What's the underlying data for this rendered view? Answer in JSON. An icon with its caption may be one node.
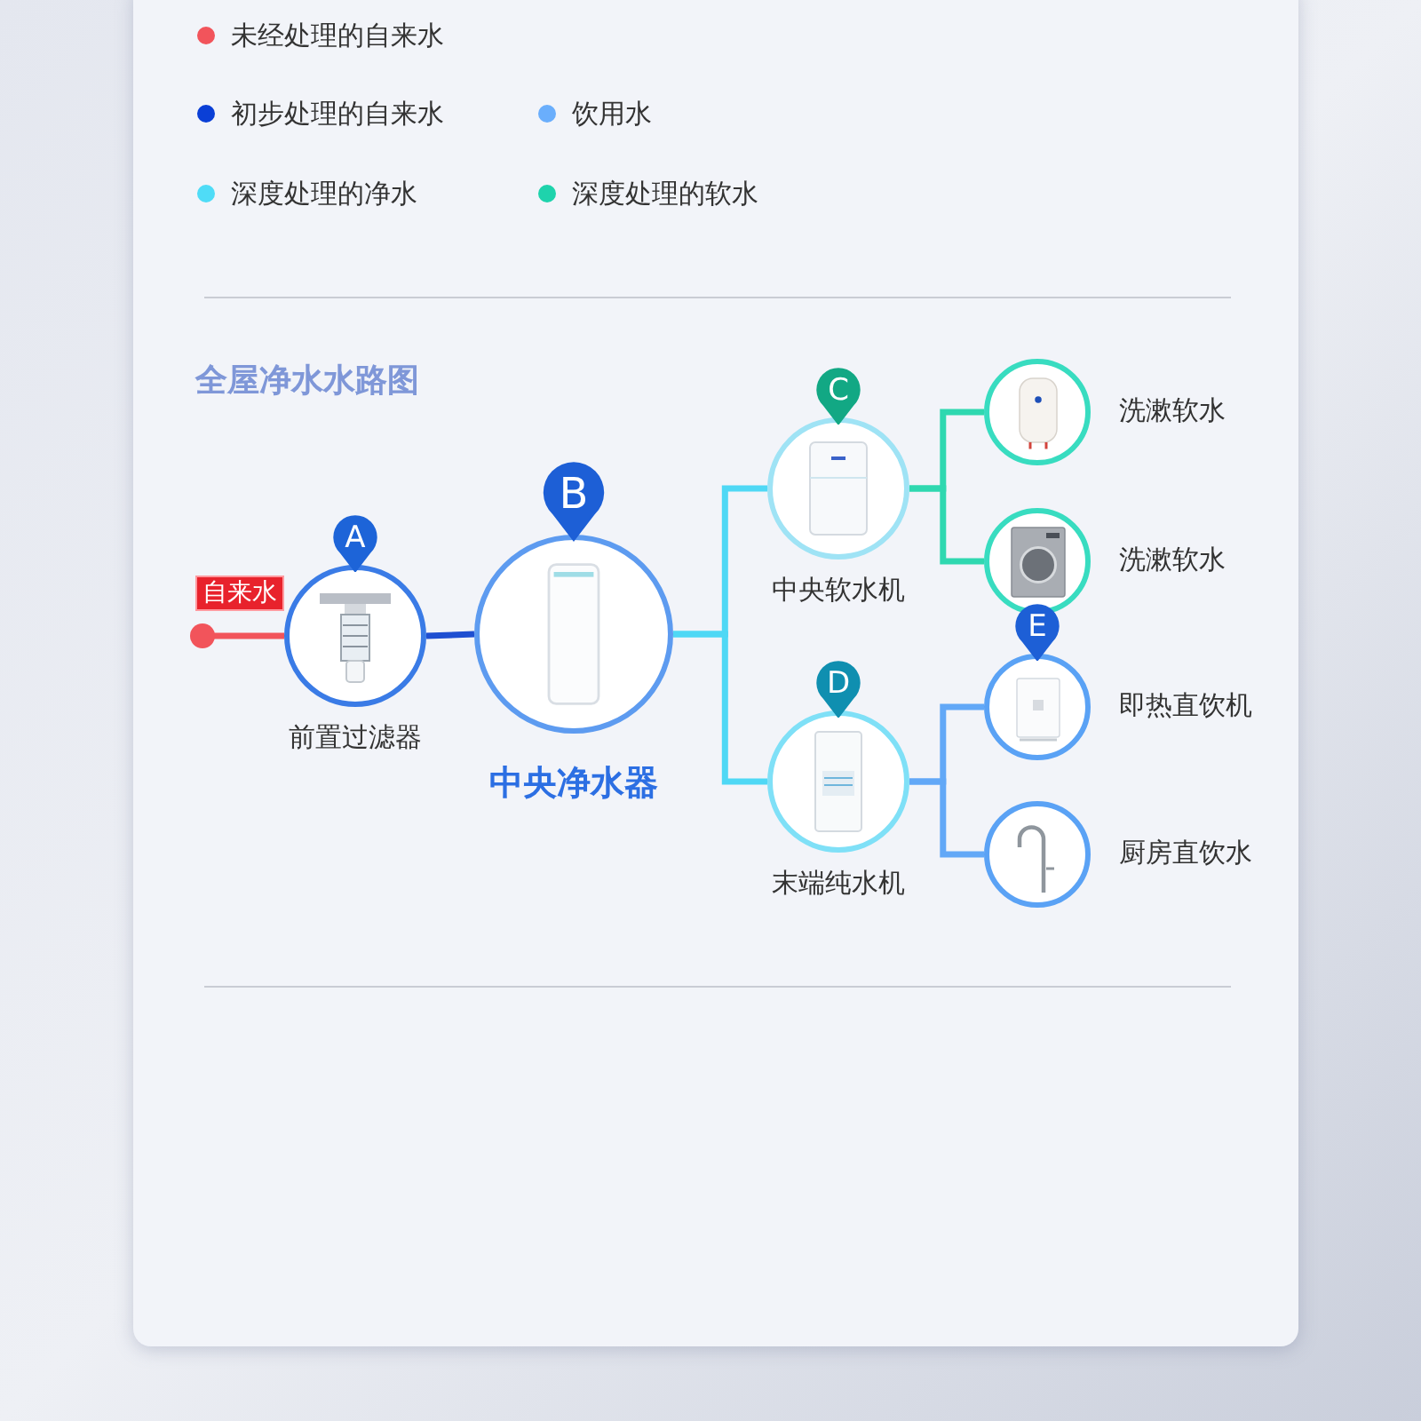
{
  "diagram": {
    "title": "全屋净水水路图",
    "nodes": [
      {
        "text": [
          "前置过滤器"
        ],
        "beside": [
          "A"
        ]
      },
      {
        "text": [
          "中央净水器"
        ],
        "beside": [
          "B"
        ]
      },
      {
        "text": [
          "中央软水机"
        ],
        "beside": [
          "C"
        ]
      },
      {
        "text": [
          "末端纯水机"
        ],
        "beside": [
          "D"
        ]
      },
      {
        "text": [
          "洗漱软水"
        ]
      },
      {
        "text": [
          "洗漱软水"
        ]
      },
      {
        "text": [
          "即热直饮机"
        ],
        "beside": [
          "E"
        ]
      },
      {
        "text": [
          "厨房直饮水"
        ]
      }
    ],
    "edges": [
      {
        "from": null,
        "to": 0,
        "arrow": "other",
        "label": "自来水",
        "color": "#f2545b"
      },
      {
        "from": 0,
        "to": 1,
        "arrow": "none",
        "color": "#1f4fd1"
      },
      {
        "from": 1,
        "to": 2,
        "arrow": "none",
        "color": "#4fd8f5"
      },
      {
        "from": 1,
        "to": 3,
        "arrow": "none",
        "color": "#4fd8f5"
      },
      {
        "from": 2,
        "to": 4,
        "arrow": "none",
        "color": "#2fd8b0"
      },
      {
        "from": 2,
        "to": 5,
        "arrow": "none",
        "color": "#2fd8b0"
      },
      {
        "from": 3,
        "to": 6,
        "arrow": "none",
        "color": "#62a8f7"
      },
      {
        "from": 3,
        "to": 7,
        "arrow": "none",
        "color": "#62a8f7"
      }
    ],
    "legend": [
      {
        "text": "未经处理的自来水",
        "color": "#f2545b"
      },
      {
        "text": "初步处理的自来水",
        "color": "#0a3fd6"
      },
      {
        "text": "饮用水",
        "color": "#6aaefc"
      },
      {
        "text": "深度处理的净水",
        "color": "#4fdcf7"
      },
      {
        "text": "深度处理的软水",
        "color": "#1ed3ac"
      }
    ]
  }
}
